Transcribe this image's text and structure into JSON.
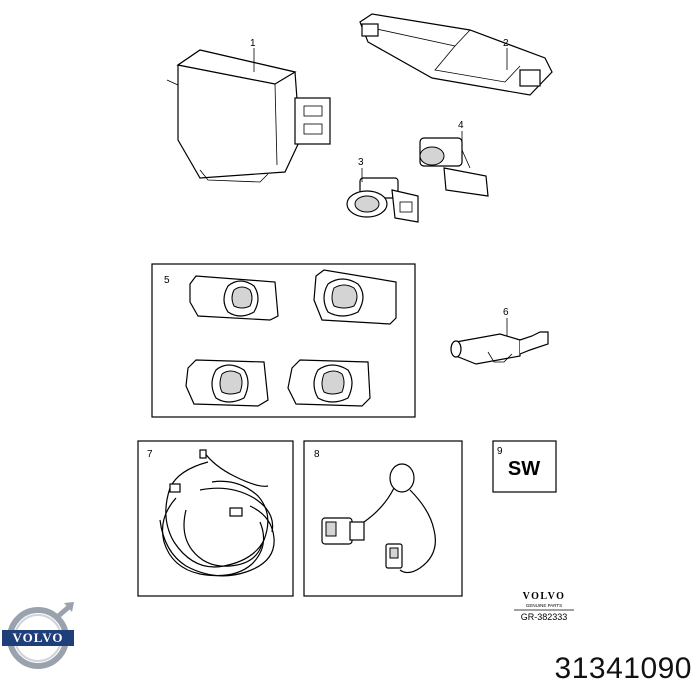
{
  "callouts": {
    "c1": "1",
    "c2": "2",
    "c3": "3",
    "c4": "4",
    "c5": "5",
    "c6": "6",
    "c7": "7",
    "c8": "8",
    "c9": "9"
  },
  "symbol_text": "SW",
  "brand": {
    "name": "VOLVO",
    "tagline": "GENUINE PARTS",
    "drawing_code": "GR-382333"
  },
  "logo": {
    "text": "VOLVO",
    "color": "#1f3f7a"
  },
  "part_number": "31341090"
}
